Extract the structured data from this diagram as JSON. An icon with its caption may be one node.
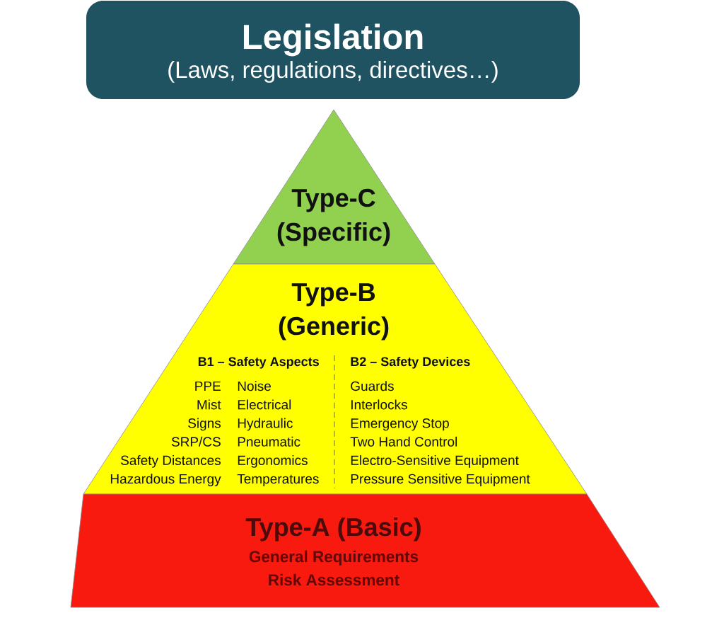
{
  "diagram": {
    "nodes": [
      {
        "text": [
          "Legislation",
          "(Laws, regulations, directives…)"
        ]
      },
      {
        "text": [
          "Type-C (Specific)"
        ]
      },
      {
        "text": [
          "Type-B (Generic)",
          "B1 – Safety Aspects",
          "PPE",
          "Noise",
          "Mist",
          "Electrical",
          "Signs",
          "Hydraulic",
          "SRP/CS",
          "Pneumatic",
          "Safety Distances",
          "Ergonomics",
          "Hazardous Energy",
          "Temperatures",
          "B2 – Safety Devices",
          "Guards",
          "Interlocks",
          "Emergency Stop",
          "Two Hand Control",
          "Electro-Sensitive Equipment",
          "Pressure Sensitive Equipment"
        ]
      },
      {
        "text": [
          "Type-A (Basic)",
          "General Requirements",
          "Risk Assessment"
        ]
      }
    ],
    "edges": []
  }
}
